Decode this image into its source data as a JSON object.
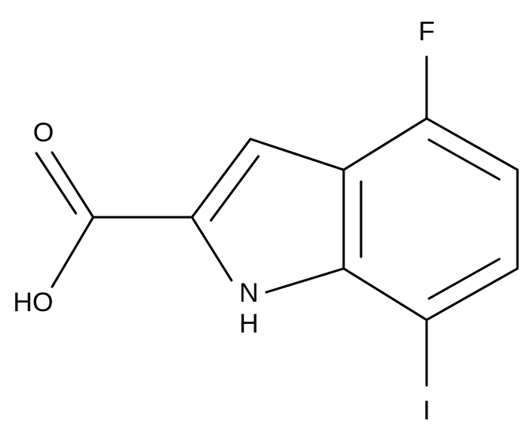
{
  "atoms": {
    "fluorine": "F",
    "carbonyl_oxygen": "O",
    "hydroxyl": "HO",
    "ring_nitrogen": "N",
    "nitrogen_hydrogen": "H",
    "iodine": "I"
  },
  "colors": {
    "bond": "#000000",
    "text": "#000000",
    "background": "#ffffff"
  }
}
